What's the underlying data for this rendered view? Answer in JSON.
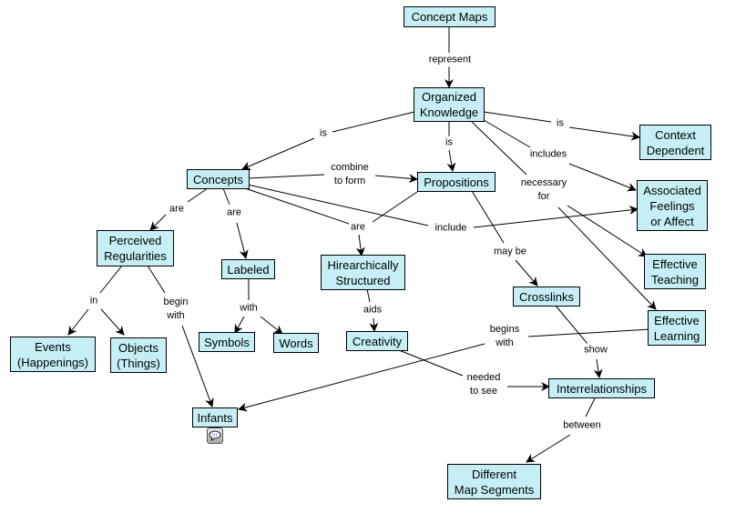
{
  "title": "Concept Maps",
  "colors": {
    "node_fill": "#c6eff5",
    "border": "#000000",
    "background": "#ffffff"
  },
  "nodes": {
    "concept_maps": "Concept Maps",
    "organized_knowledge": "Organized\nKnowledge",
    "context_dependent": "Context\nDependent",
    "concepts": "Concepts",
    "propositions": "Propositions",
    "associated_feelings": "Associated\nFeelings\nor Affect",
    "perceived_regularities": "Perceived\nRegularities",
    "labeled": "Labeled",
    "hierarchically_structured": "Hirearchically\nStructured",
    "effective_teaching": "Effective\nTeaching",
    "crosslinks": "Crosslinks",
    "effective_learning": "Effective\nLearning",
    "events": "Events\n(Happenings)",
    "objects": "Objects\n(Things)",
    "symbols": "Symbols",
    "words": "Words",
    "creativity": "Creativity",
    "interrelationships": "Interrelationships",
    "infants": "Infants",
    "different_map_segments": "Different\nMap Segments"
  },
  "link_labels": {
    "represent": "represent",
    "is_concepts": "is",
    "is_propositions": "is",
    "is_context": "is",
    "includes": "includes",
    "necessary_for": "necessary\nfor",
    "combine_to_form": "combine\nto form",
    "are_perceived": "are",
    "are_labeled": "are",
    "are_hierarchical": "are",
    "include": "include",
    "may_be": "may be",
    "in": "in",
    "begin_with": "begin\nwith",
    "with": "with",
    "aids": "aids",
    "begins_with": "begins\nwith",
    "show": "show",
    "needed_to_see": "needed\nto see",
    "between": "between"
  },
  "resource_icon": "comment-bubble-icon"
}
